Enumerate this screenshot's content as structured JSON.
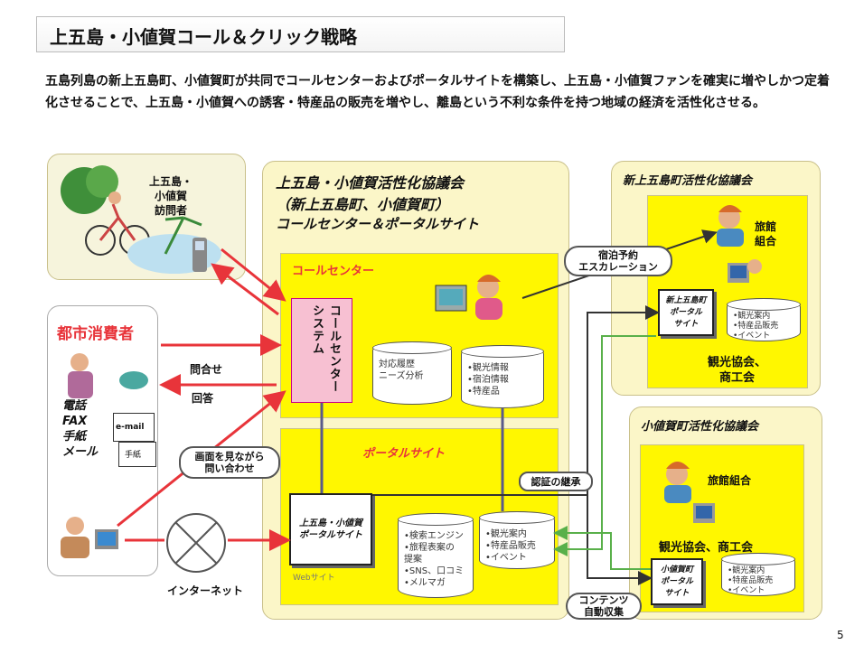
{
  "title": "上五島・小値賀コール＆クリック戦略",
  "description": "五島列島の新上五島町、小値賀町が共同でコールセンターおよびポータルサイトを構築し、上五島・小値賀ファンを確実に増やしかつ定着化させることで、上五島・小値賀への誘客・特産品の販売を増やし、離島という不利な条件を持つ地域の経済を活性化させる。",
  "visitors": {
    "label": "上五島・\n小値賀\n訪問者"
  },
  "consumers": {
    "title": "都市消費者",
    "channels": "電話\nFAX\n手紙\nメール",
    "inquiry": "問合せ",
    "answer": "回答",
    "email_tag": "e-mail",
    "letter_tag": "手紙"
  },
  "internet_label": "インターネット",
  "callout_screen": "画面を見ながら\n問い合わせ",
  "council": {
    "title1": "上五島・小値賀活性化協議会",
    "title2": "（新上五島町、小値賀町）",
    "title3": "コールセンター＆ポータルサイト"
  },
  "callcenter": {
    "label": "コールセンター",
    "system": "コールセンターシステム",
    "db1": "対応履歴\nニーズ分析",
    "db2": "•観光情報\n•宿泊情報\n•特産品"
  },
  "portal": {
    "label": "ポータルサイト",
    "box": "上五島・小値賀\nポータルサイト",
    "web": "Webサイト",
    "db1": "•検索エンジン\n•旅程表案の\n提案\n•SNS、口コミ\n•メルマガ",
    "db2": "•観光案内\n•特産品販売\n•イベント"
  },
  "callout_booking": "宿泊予約\nエスカレーション",
  "callout_auth": "認証の継承",
  "callout_content": "コンテンツ\n自動収集",
  "shinkamigoto": {
    "title": "新上五島町活性化協議会",
    "ryokan": "旅館\n組合",
    "portal": "新上五島町\nポータル\nサイト",
    "db": "•観光案内\n•特産品販売\n•イベント",
    "kanko": "観光協会、\n商工会"
  },
  "ojika": {
    "title": "小値賀町活性化協議会",
    "ryokan": "旅館組合",
    "kanko": "観光協会、商工会",
    "portal": "小値賀町\nポータル\nサイト",
    "db": "•観光案内\n•特産品販売\n•イベント"
  },
  "page_number": "5",
  "colors": {
    "panel": "#fbf6c8",
    "yellow": "#fff700",
    "system": "#f7c0d2",
    "arrow_red": "#e8343a",
    "arrow_green": "#59b04a"
  }
}
